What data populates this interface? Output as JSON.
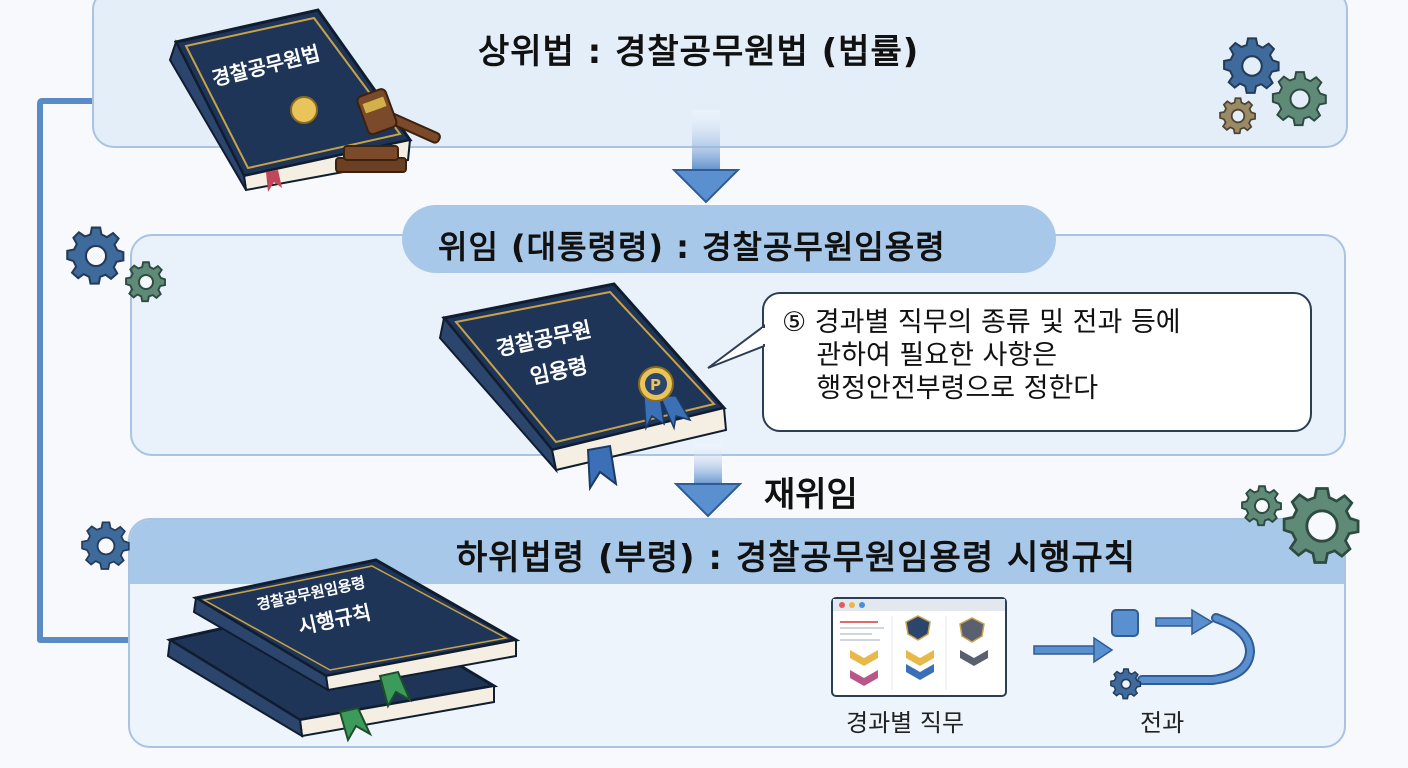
{
  "top": {
    "title": "상위법 : 경찰공무원법 (법률)",
    "book_title": "경찰공무원법"
  },
  "middle": {
    "title": "위임 (대통령령) : 경찰공무원임용령",
    "book_title_line1": "경찰공무원",
    "book_title_line2": "임용령",
    "badge_letter": "P",
    "callout": "⑤ 경과별 직무의 종류 및 전과 등에\n    관하여 필요한 사항은\n    행정안전부령으로 정한다"
  },
  "delegation_label": "재위임",
  "bottom": {
    "title": "하위법령 (부령) : 경찰공무원임용령 시행규칙",
    "book_title_line1": "경찰공무원임용령",
    "book_title_line2": "시행규칙",
    "caption_duty": "경과별 직무",
    "caption_transfer": "전과"
  },
  "colors": {
    "panel_bg": "#e4eef9",
    "header_band": "#a8c8e9",
    "book_navy": "#223a5e",
    "arrow_blue": "#5a8fd0",
    "gear_blue": "#3f6a9c",
    "gear_green": "#5f8a78"
  },
  "icons": [
    "book-icon",
    "gavel-icon",
    "gear-icon",
    "ribbon-badge-icon",
    "arrow-down-icon",
    "window-icon",
    "chevron-badge-icon",
    "flow-arrow-icon"
  ]
}
